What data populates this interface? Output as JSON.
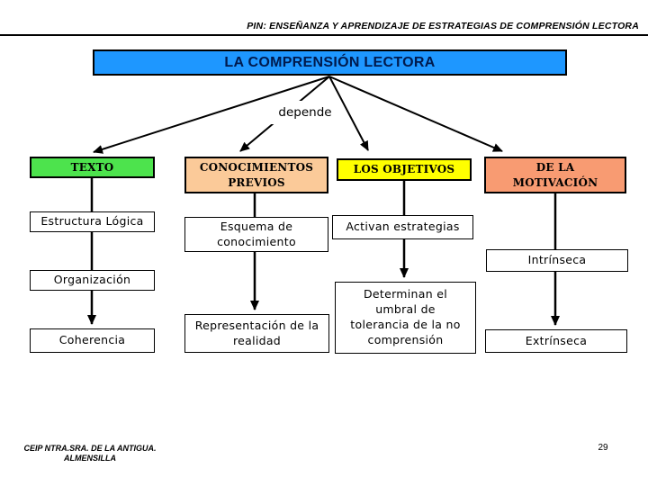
{
  "header": {
    "course_title": "PIN: ENSEÑANZA Y APRENDIZAJE DE ESTRATEGIAS DE COMPRENSIÓN LECTORA"
  },
  "title": {
    "label": "LA COMPRENSIÓN LECTORA",
    "bg_color": "#1E97FF",
    "text_color": "#001a4d"
  },
  "connector_label": "depende",
  "diagram": {
    "type": "concept-map",
    "root": "LA COMPRENSIÓN LECTORA",
    "relation": "depende",
    "columns": [
      {
        "header": {
          "label": "TEXTO",
          "bg_color": "#4DE34D"
        },
        "children": [
          "Estructura Lógica",
          "Organización",
          "Coherencia"
        ]
      },
      {
        "header": {
          "label": "CONOCIMIENTOS PREVIOS",
          "bg_color": "#FBCA99"
        },
        "children": [
          "Esquema de conocimiento",
          "Representación de la realidad"
        ]
      },
      {
        "header": {
          "label": "LOS OBJETIVOS",
          "bg_color": "#FFFF00"
        },
        "children": [
          "Activan estrategias",
          "Determinan el umbral de tolerancia de la no comprensión"
        ]
      },
      {
        "header": {
          "label": "DE LA MOTIVACIÓN",
          "bg_color": "#F89B72"
        },
        "children": [
          "Intrínseca",
          "Extrínseca"
        ]
      }
    ]
  },
  "footer": {
    "school_line1": "CEIP NTRA.SRA. DE LA ANTIGUA.",
    "school_line2": "ALMENSILLA",
    "page_number": "29"
  }
}
